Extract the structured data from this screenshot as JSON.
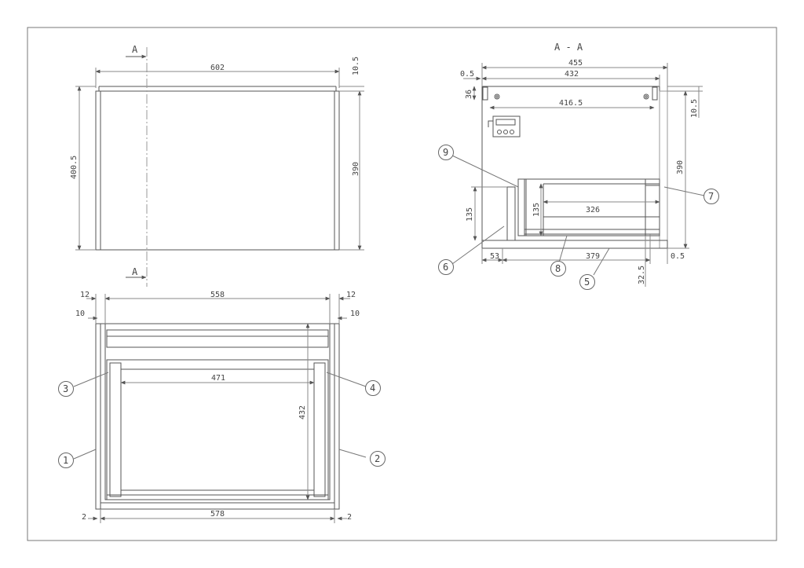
{
  "section_marks": {
    "top": "A",
    "bottom": "A",
    "title": "A - A"
  },
  "front_view": {
    "width": "602",
    "height_left": "400.5",
    "height_right": "390",
    "top_offset": "10.5"
  },
  "plan_view": {
    "side_left_outer": "12",
    "top_width": "558",
    "side_right_outer": "12",
    "side_left_inner": "10",
    "side_right_inner": "10",
    "inner_width": "471",
    "depth": "432",
    "bottom_left": "2",
    "bottom_width": "578",
    "bottom_right": "2"
  },
  "section_view": {
    "overall_width": "455",
    "inner_width": "432",
    "left_gap": "0.5",
    "top_height": "36",
    "rail_width": "416.5",
    "right_top": "10.5",
    "right_height": "390",
    "drawer_height": "135",
    "inner_height": "135",
    "drawer_width": "326",
    "bottom_left": "53",
    "bottom_width": "379",
    "bottom_right": "0.5",
    "bottom_depth": "32.5"
  },
  "balloons": [
    "1",
    "2",
    "3",
    "4",
    "5",
    "6",
    "7",
    "8",
    "9"
  ],
  "colors": {
    "line": "#555555",
    "thin": "#888888",
    "centerline": "#999999",
    "frame": "#777777"
  }
}
